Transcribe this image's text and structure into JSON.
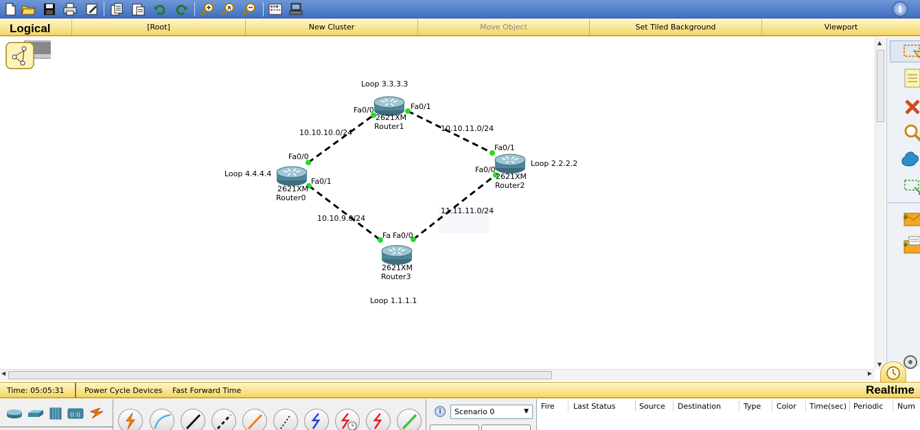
{
  "toolbar": {
    "icons": [
      "new-file-icon",
      "open-folder-icon",
      "save-icon",
      "print-icon",
      "activity-wizard-icon",
      "copy-icon",
      "paste-icon",
      "undo-icon",
      "redo-icon",
      "zoom-in-icon",
      "zoom-reset-icon",
      "zoom-out-icon",
      "palette-icon",
      "custom-device-icon"
    ],
    "info_label": "i"
  },
  "workspace_bar": {
    "title": "Logical",
    "items": [
      "[Root]",
      "New Cluster",
      "Move Object",
      "Set Tiled Background",
      "Viewport"
    ]
  },
  "network": {
    "routers": [
      {
        "id": "router0",
        "model": "2621XM",
        "name": "Router0",
        "loopback": "Loop 4.4.4.4"
      },
      {
        "id": "router1",
        "model": "2621XM",
        "name": "Router1",
        "loopback": "Loop 3.3.3.3"
      },
      {
        "id": "router2",
        "model": "2621XM",
        "name": "Router2",
        "loopback": "Loop 2.2.2.2"
      },
      {
        "id": "router3",
        "model": "2621XM",
        "name": "Router3",
        "loopback": "Loop 1.1.1.1"
      }
    ],
    "links": [
      {
        "from": "router0",
        "to": "router1",
        "subnet": "10.10.10.0/24",
        "from_port": "Fa0/0",
        "to_port": "Fa0/0"
      },
      {
        "from": "router1",
        "to": "router2",
        "subnet": "10.10.11.0/24",
        "from_port": "Fa0/1",
        "to_port": "Fa0/1"
      },
      {
        "from": "router0",
        "to": "router3",
        "subnet": "10.10.9.0/24",
        "from_port": "Fa0/1",
        "to_port": "Fa"
      },
      {
        "from": "router3",
        "to": "router2",
        "subnet": "11.11.11.0/24",
        "from_port": "Fa0/0",
        "to_port": "Fa0/0"
      }
    ],
    "link_color": "#000000",
    "port_up_color": "#22dd22"
  },
  "palette": {
    "icons": [
      "select-icon",
      "note-icon",
      "delete-icon",
      "inspect-icon",
      "draw-shape-icon",
      "resize-icon",
      "add-simple-pdu-icon",
      "add-complex-pdu-icon"
    ]
  },
  "statusbar": {
    "time": "Time: 05:05:31",
    "power_cycle": "Power Cycle Devices",
    "fast_forward": "Fast Forward Time",
    "mode": "Realtime"
  },
  "bottom": {
    "device_categories": [
      "routers-icon",
      "switches-icon",
      "hubs-icon",
      "wireless-icon",
      "connections-icon"
    ],
    "connection_types": [
      "auto-connection-icon",
      "console-cable-icon",
      "copper-straight-icon",
      "copper-cross-icon",
      "fiber-icon",
      "phone-cable-icon",
      "coaxial-icon",
      "serial-dce-icon",
      "serial-dte-icon",
      "octal-cable-icon"
    ],
    "scenario": {
      "selected": "Scenario 0",
      "info_label": "i"
    },
    "pdu_columns": [
      "Fire",
      "Last Status",
      "Source",
      "Destination",
      "Type",
      "Color",
      "Time(sec)",
      "Periodic",
      "Num"
    ]
  }
}
